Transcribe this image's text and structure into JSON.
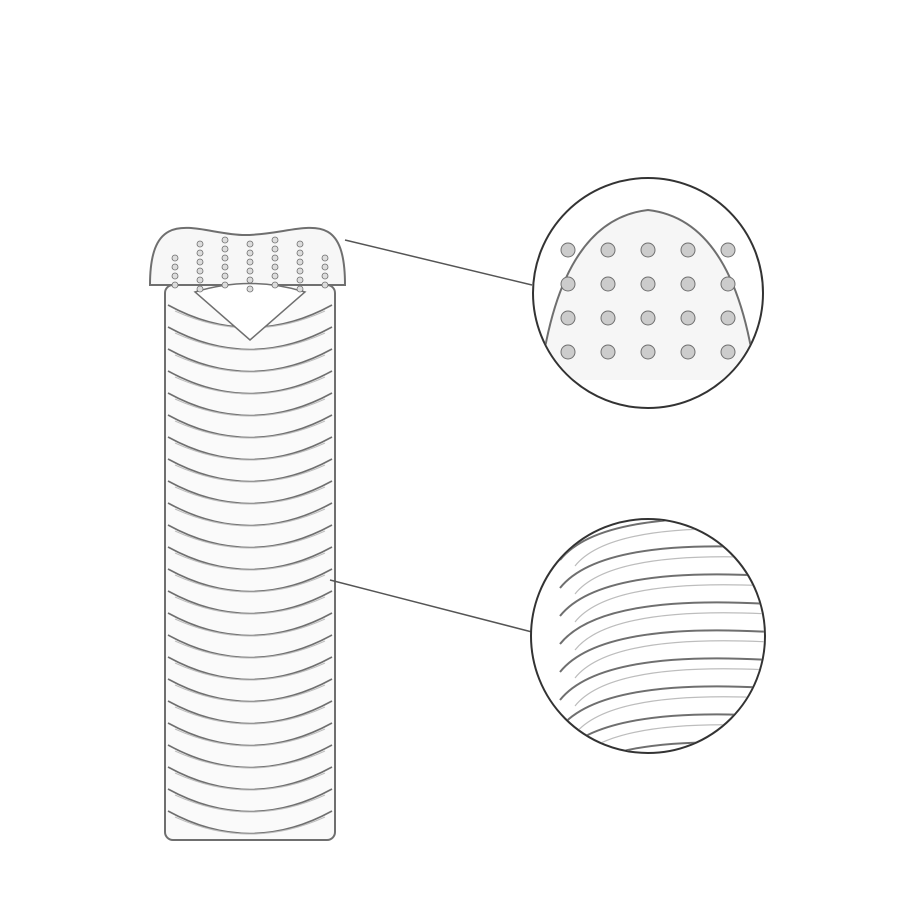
{
  "image": {
    "subject": "clear-ribbed-sleeve-product",
    "colors": {
      "background": "#ffffff",
      "outline": "#6f6f6f",
      "shade": "#bdbdbd",
      "callout_line": "#555555",
      "callout_border": "#333333"
    },
    "callouts": [
      {
        "detail": "nubbed-tip-closeup"
      },
      {
        "detail": "ribbed-shaft-closeup"
      }
    ]
  }
}
